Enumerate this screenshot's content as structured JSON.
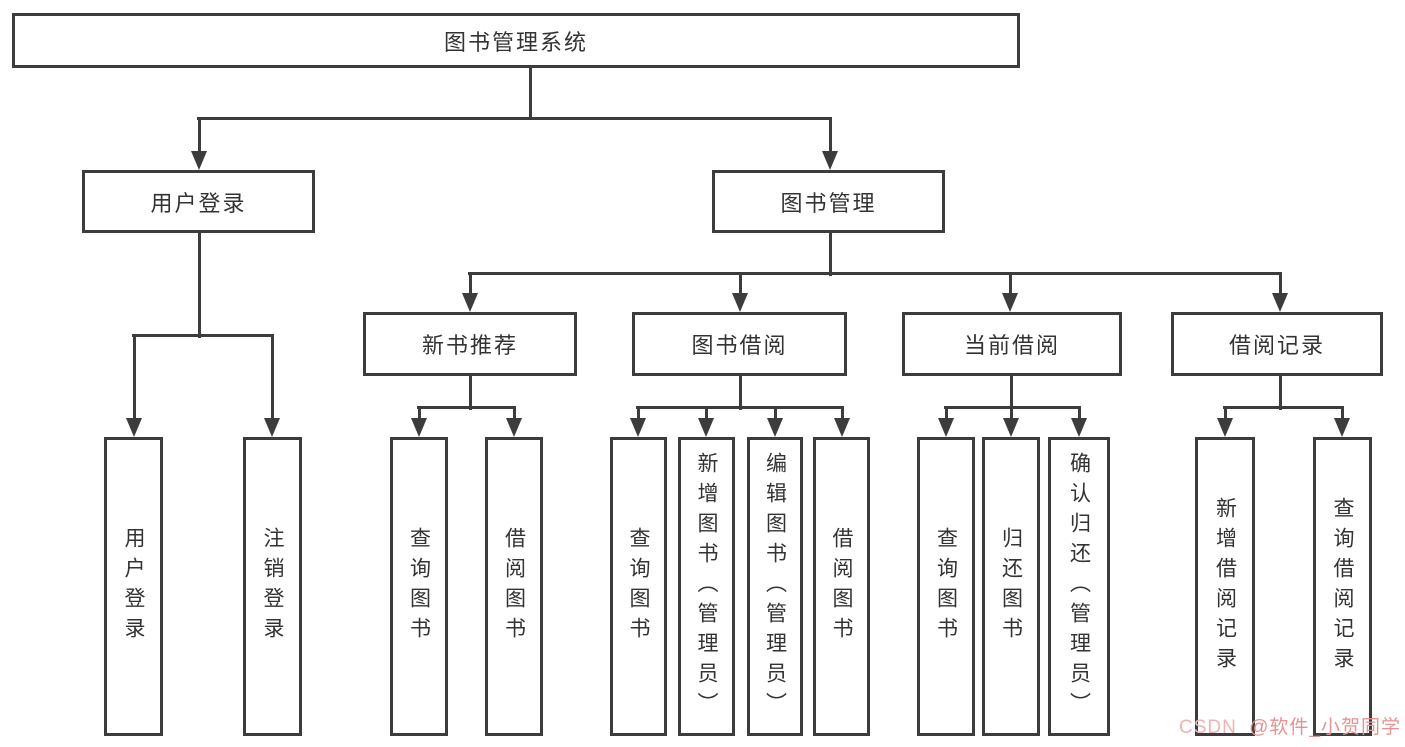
{
  "diagram_title": "图书管理系统",
  "tree": {
    "root": {
      "label": "图书管理系统"
    },
    "branches": [
      {
        "label": "用户登录",
        "leaves": [
          "用户登录",
          "注销登录"
        ]
      },
      {
        "label": "图书管理",
        "groups": [
          {
            "label": "新书推荐",
            "leaves": [
              "查询图书",
              "借阅图书"
            ]
          },
          {
            "label": "图书借阅",
            "leaves": [
              "查询图书",
              "新增图书（管理员）",
              "编辑图书（管理员）",
              "借阅图书"
            ]
          },
          {
            "label": "当前借阅",
            "leaves": [
              "查询图书",
              "归还图书",
              "确认归还（管理员）"
            ]
          },
          {
            "label": "借阅记录",
            "leaves": [
              "新增借阅记录",
              "查询借阅记录"
            ]
          }
        ]
      }
    ]
  },
  "watermark": {
    "brand": "CSDN",
    "handle": "@软件_小贺同学"
  },
  "colors": {
    "line": "#3c3c3c",
    "text": "#333333",
    "background": "#ffffff",
    "watermark_brand": "#f0b3b3",
    "watermark_handle": "#e89191"
  }
}
